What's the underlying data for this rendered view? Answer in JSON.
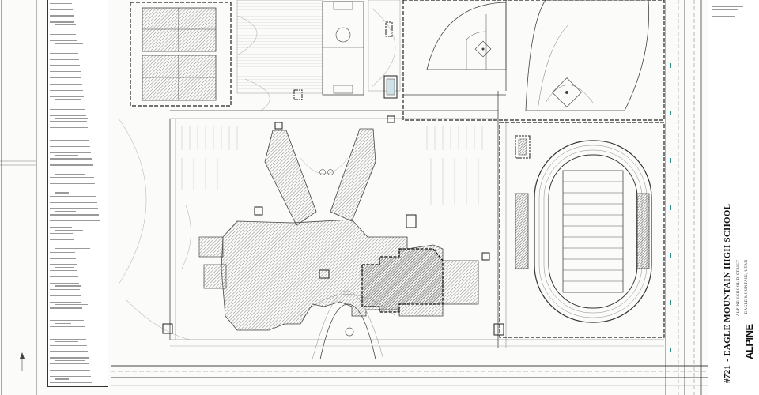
{
  "title_block": {
    "project_number": "#721",
    "school_name": "EAGLE MOUNTAIN HIGH SCHOOL",
    "district": "ALPINE SCHOOL DISTRICT",
    "city": "EAGLE MOUNTAIN, UTAH",
    "logo_text": "ALPINE"
  },
  "colors": {
    "line": "#3a3a3a",
    "light_line": "#b8b8b8",
    "hatch": "#8e8e8e",
    "dash": "#222222",
    "accent_teal": "#2f8f8a"
  },
  "keynotes_count": 62,
  "icons": [
    "north-arrow-icon",
    "soccer-field-icon",
    "baseball-diamond-icon",
    "running-track-icon"
  ]
}
